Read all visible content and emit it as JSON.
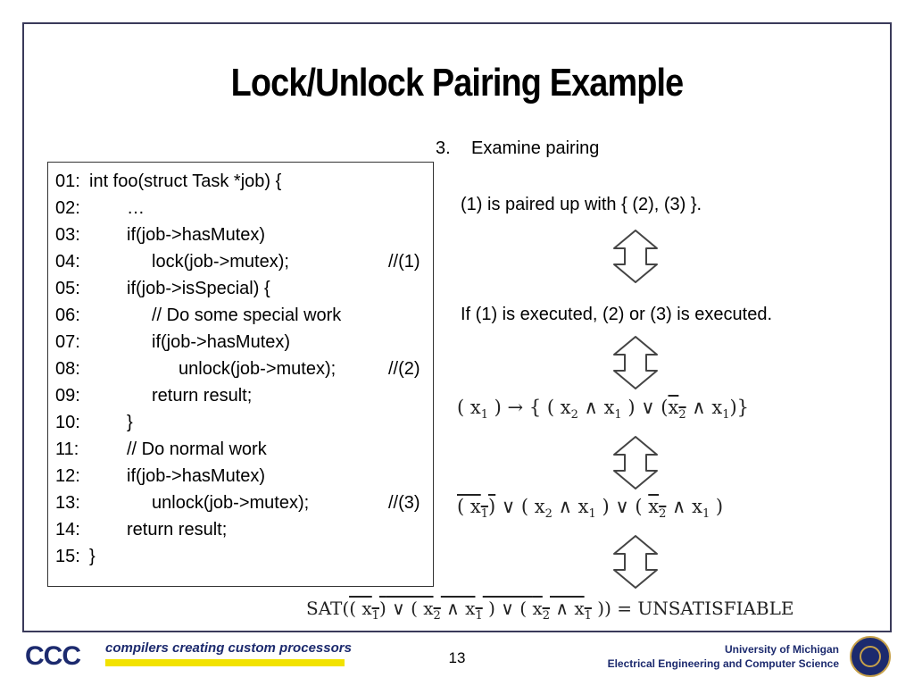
{
  "slide": {
    "title": "Lock/Unlock Pairing Example",
    "page_number": "13"
  },
  "code": [
    {
      "num": "01:",
      "text": "int foo(struct Task *job) {",
      "indent": 0,
      "comment": ""
    },
    {
      "num": "02:",
      "text": "…",
      "indent": 1,
      "comment": ""
    },
    {
      "num": "03:",
      "text": "if(job->hasMutex)",
      "indent": 1,
      "comment": ""
    },
    {
      "num": "04:",
      "text": "lock(job->mutex);",
      "indent": 2,
      "comment": "//(1)"
    },
    {
      "num": "05:",
      "text": "if(job->isSpecial) {",
      "indent": 1,
      "comment": ""
    },
    {
      "num": "06:",
      "text": "// Do some special work",
      "indent": 2,
      "comment": ""
    },
    {
      "num": "07:",
      "text": "if(job->hasMutex)",
      "indent": 2,
      "comment": ""
    },
    {
      "num": "08:",
      "text": "unlock(job->mutex);",
      "indent": 3,
      "comment": "//(2)"
    },
    {
      "num": "09:",
      "text": "return result;",
      "indent": 2,
      "comment": ""
    },
    {
      "num": "10:",
      "text": "}",
      "indent": 1,
      "comment": ""
    },
    {
      "num": "11:",
      "text": "// Do normal work",
      "indent": 1,
      "comment": ""
    },
    {
      "num": "12:",
      "text": "if(job->hasMutex)",
      "indent": 1,
      "comment": ""
    },
    {
      "num": "13:",
      "text": "unlock(job->mutex);",
      "indent": 2,
      "comment": "//(3)"
    },
    {
      "num": "14:",
      "text": "return result;",
      "indent": 1,
      "comment": ""
    },
    {
      "num": "15:",
      "text": "}",
      "indent": 0,
      "comment": ""
    }
  ],
  "right": {
    "step_number": "3.",
    "step_label": "Examine pairing",
    "paired_text": "(1) is paired up with { (2), (3) }.",
    "executed_text": "If (1) is executed, (2) or (3) is executed."
  },
  "formulas": {
    "implication": {
      "lhs": "( x",
      "lhs_sub": "1",
      "arrow_rest": " )  → { ( x",
      "s2": "2",
      "and1": " ∧ x",
      "s1": "1",
      "or": " )  ∨  (",
      "neg_x": "x",
      "neg_sub": "2",
      "tail": " ∧ x",
      "tail_sub": "1",
      "close": ")}"
    },
    "disjunction": {
      "p1": "( x",
      "s1": "1",
      "p2": ")",
      "or1": "  ∨  ( x",
      "s2": "2",
      "and1": " ∧ x",
      "s3": "1",
      "or2": " )  ∨  ( ",
      "neg_x": "x",
      "neg_sub": "2",
      "and2": " ∧ x",
      "s4": "1",
      "close": " )"
    },
    "sat": {
      "prefix": "SAT(",
      "p1": "( x",
      "s1": "1",
      "p2": ")",
      "or1": "  ∨  ( x",
      "s2": "2",
      "and1": " ∧ x",
      "s3": "1",
      "or2": " )  ∨  ( ",
      "neg_x": "x",
      "neg_sub": "2",
      "and2": " ∧ x",
      "s4": "1",
      "close": " ))",
      "result": " = UNSATISFIABLE"
    }
  },
  "footer": {
    "logo_text": "CCC",
    "tagline": "compilers creating custom processors",
    "university": "University of Michigan",
    "department": "Electrical Engineering and Computer Science"
  },
  "colors": {
    "frame": "#3a3a5a",
    "brand_blue": "#1c2a6e",
    "tag_yellow": "#f2e200",
    "seal_gold": "#c7a14a"
  },
  "icons": [
    "double-arrow-icon",
    "ccc-logo-icon",
    "university-seal-icon"
  ]
}
